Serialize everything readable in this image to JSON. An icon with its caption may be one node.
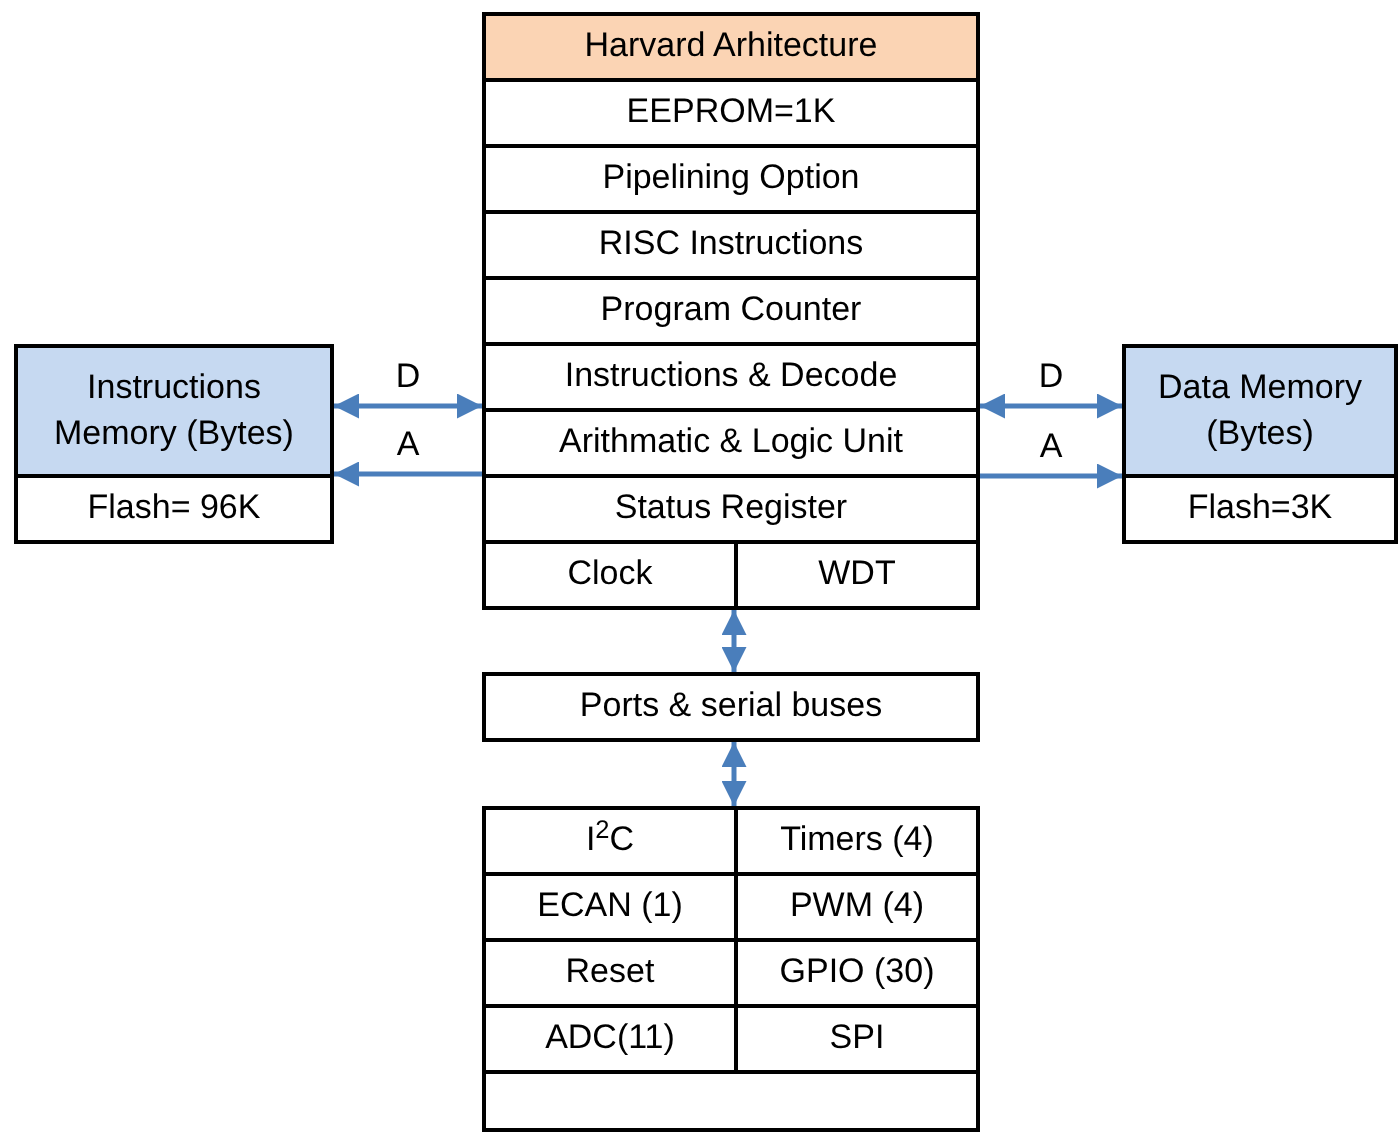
{
  "diagram": {
    "nodes": [
      {
        "text": [
          "Harvard Arhitecture"
        ]
      },
      {
        "text": [
          "EEPROM=1K"
        ]
      },
      {
        "text": [
          "Pipelining Option"
        ]
      },
      {
        "text": [
          "RISC Instructions"
        ]
      },
      {
        "text": [
          "Program Counter"
        ]
      },
      {
        "text": [
          "Instructions & Decode"
        ]
      },
      {
        "text": [
          "Arithmatic & Logic Unit"
        ]
      },
      {
        "text": [
          "Status Register"
        ]
      },
      {
        "text": [
          "Clock"
        ]
      },
      {
        "text": [
          "WDT"
        ]
      },
      {
        "text": [
          "Instructions Memory (Bytes)"
        ]
      },
      {
        "text": [
          "Flash= 96K"
        ]
      },
      {
        "text": [
          "Data Memory (Bytes)"
        ]
      },
      {
        "text": [
          "Flash=3K"
        ]
      },
      {
        "text": [
          "Ports & serial buses"
        ]
      },
      {
        "text": [
          "I$^{2}$C"
        ]
      },
      {
        "text": [
          "Timers (4)"
        ]
      },
      {
        "text": [
          "ECAN (1)"
        ]
      },
      {
        "text": [
          "PWM (4)"
        ]
      },
      {
        "text": [
          "Reset"
        ]
      },
      {
        "text": [
          "GPIO (30)"
        ]
      },
      {
        "text": [
          "ADC(11)"
        ]
      },
      {
        "text": [
          "SPI"
        ]
      },
      {
        "text": [],
        "shape": "box"
      }
    ],
    "edges": [
      {
        "from": 5,
        "to": 10,
        "arrow": "both",
        "label": "D"
      },
      {
        "from": 6,
        "to": 10,
        "arrow": "to",
        "label": "A"
      },
      {
        "from": 5,
        "to": 12,
        "arrow": "both",
        "label": "D"
      },
      {
        "from": 6,
        "to": 12,
        "arrow": "to",
        "label": "A"
      },
      {
        "from": 8,
        "to": 14,
        "arrow": "both"
      },
      {
        "from": 14,
        "to": 15,
        "arrow": "both"
      }
    ]
  }
}
